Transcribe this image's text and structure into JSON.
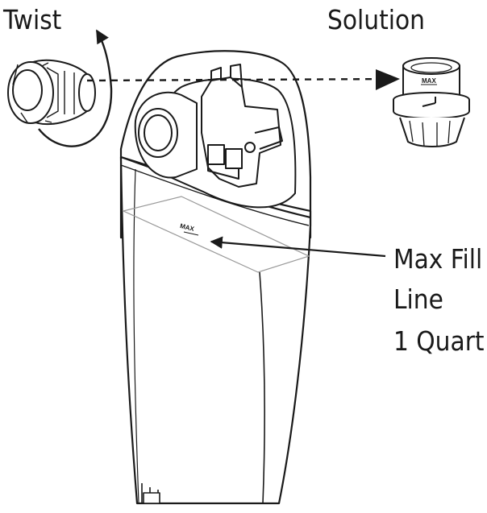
{
  "labels": {
    "twist": "Twist",
    "solution": "Solution",
    "max_fill": [
      "Max Fill",
      "Line",
      "1 Quart"
    ]
  },
  "markings": {
    "cap_max": "MAX",
    "tank_max": "MAX"
  },
  "colors": {
    "stroke": "#1a1a1a",
    "fill_line": "#9a9a9a"
  }
}
